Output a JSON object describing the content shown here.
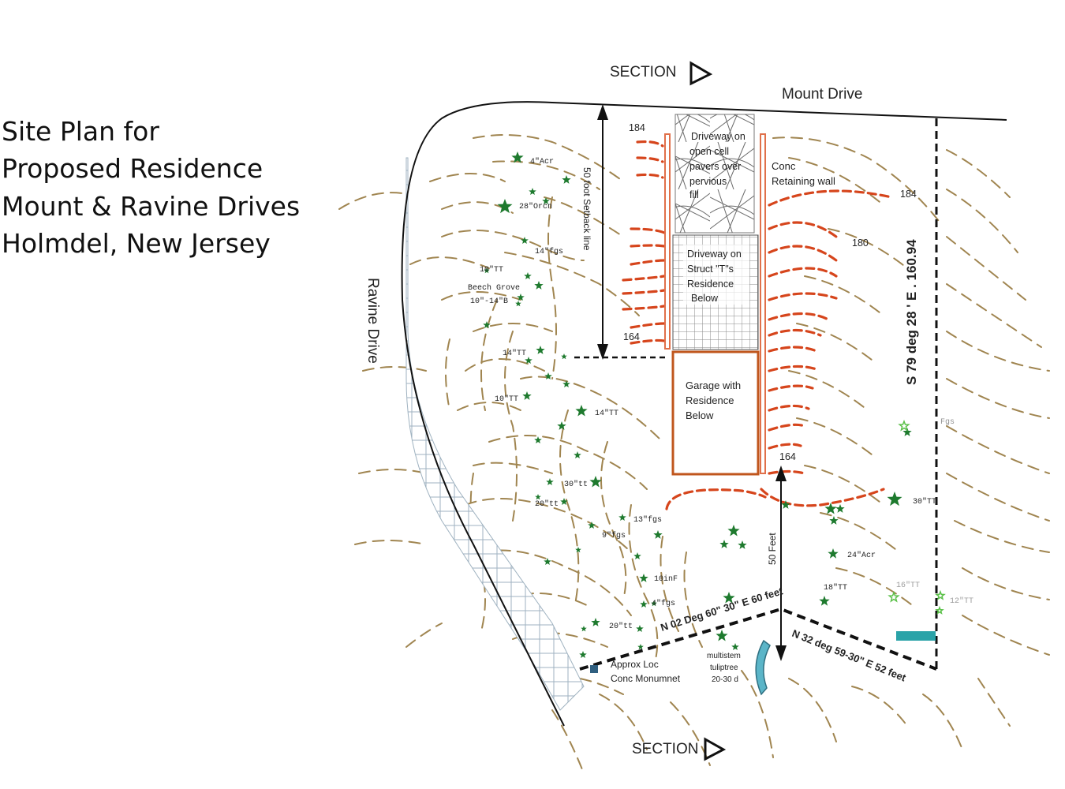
{
  "title": {
    "line1": "Site Plan for",
    "line2": "Proposed Residence",
    "line3": "Mount & Ravine Drives",
    "line4": "Holmdel, New Jersey"
  },
  "streets": {
    "mount_drive": "Mount Drive",
    "ravine_drive": "Ravine Drive"
  },
  "section_markers": {
    "top": "SECTION",
    "bottom": "SECTION"
  },
  "labels": {
    "setback": "50 foot Setback line",
    "driveway_pavers": [
      "Driveway on",
      "open cell",
      "pavers over",
      "pervious",
      "fill"
    ],
    "driveway_struct": [
      "Driveway on",
      "Struct \"T\"s",
      "Residence",
      "Below"
    ],
    "garage": [
      "Garage with",
      "Residence",
      "Below"
    ],
    "retaining_wall": [
      "Conc",
      "Retaining wall"
    ],
    "fifty_feet": "50 Feet",
    "east_line": "S 79 deg 28 ' E . 160.94",
    "south_line_1": "N 02 Deg 60\" 30\" E 60 feet",
    "south_line_2": "N 32 deg 59-30\" E 52 feet",
    "monument": [
      "Approx Loc",
      "Conc Monumnet"
    ],
    "multistem": [
      "multistem",
      "tuliptree",
      "20-30 d"
    ]
  },
  "elevations": {
    "e184_top": "184",
    "e184_right": "184",
    "e180": "180",
    "e164_left": "164",
    "e164_lower": "164"
  },
  "trees": {
    "t1": "4\"Acr",
    "t2": "28\"Orcn",
    "t3": "14\"fgs",
    "t4": "10\"TT",
    "t5": "Beech Grove",
    "t6": "10\"-14\"B",
    "t7": "14\"TT",
    "t8": "10\"TT",
    "t9": "14\"TT",
    "t10": "30\"tt",
    "t11": "20\"tt",
    "t12": "13\"fgs",
    "t13": "9\"fgs",
    "t14": "10inF",
    "t15": "4\"fgs",
    "t16": "20\"tt",
    "t17": "Fgs",
    "t18": "30\"TT",
    "t19": "24\"Acr",
    "t20": "18\"TT",
    "t21": "16\"TT",
    "t22": "12\"TT"
  },
  "colors": {
    "contour": "#a08550",
    "cut_contour": "#d6451c",
    "tree": "#1e7a2e",
    "garage_outline": "#c0561d",
    "retaining_wall": "#e0704a",
    "headwall": "#4ea7b8"
  }
}
